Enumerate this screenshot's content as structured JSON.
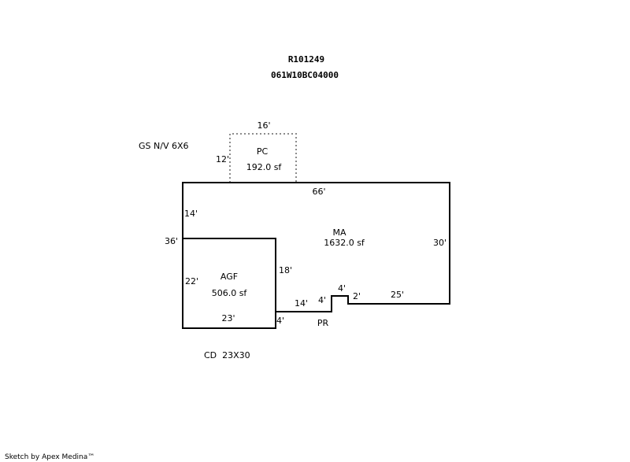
{
  "header": {
    "account": "R101249",
    "map_lot": "061W10BC04000"
  },
  "notes": {
    "outbuilding_1": "GS N/V 6X6",
    "outbuilding_2": "CD  23X30"
  },
  "areas": {
    "pc": {
      "name": "PC",
      "area": "192.0 sf"
    },
    "ma": {
      "name": "MA",
      "area": "1632.0 sf"
    },
    "agf": {
      "name": "AGF",
      "area": "506.0 sf"
    },
    "pr": {
      "name": "PR"
    }
  },
  "dimensions": {
    "pc_top": "16'",
    "pc_side": "12'",
    "ma_top": "66'",
    "ma_left_upper": "14'",
    "ma_left_total": "36'",
    "ma_right": "30'",
    "agf_inner": "18'",
    "agf_left": "22'",
    "agf_bottom": "23'",
    "step_4a": "4'",
    "step_14": "14'",
    "step_4b": "4'",
    "step_4c": "4'",
    "step_2": "2'",
    "bottom_25": "25'"
  },
  "footer": {
    "credit": "Sketch by Apex Medina™"
  }
}
